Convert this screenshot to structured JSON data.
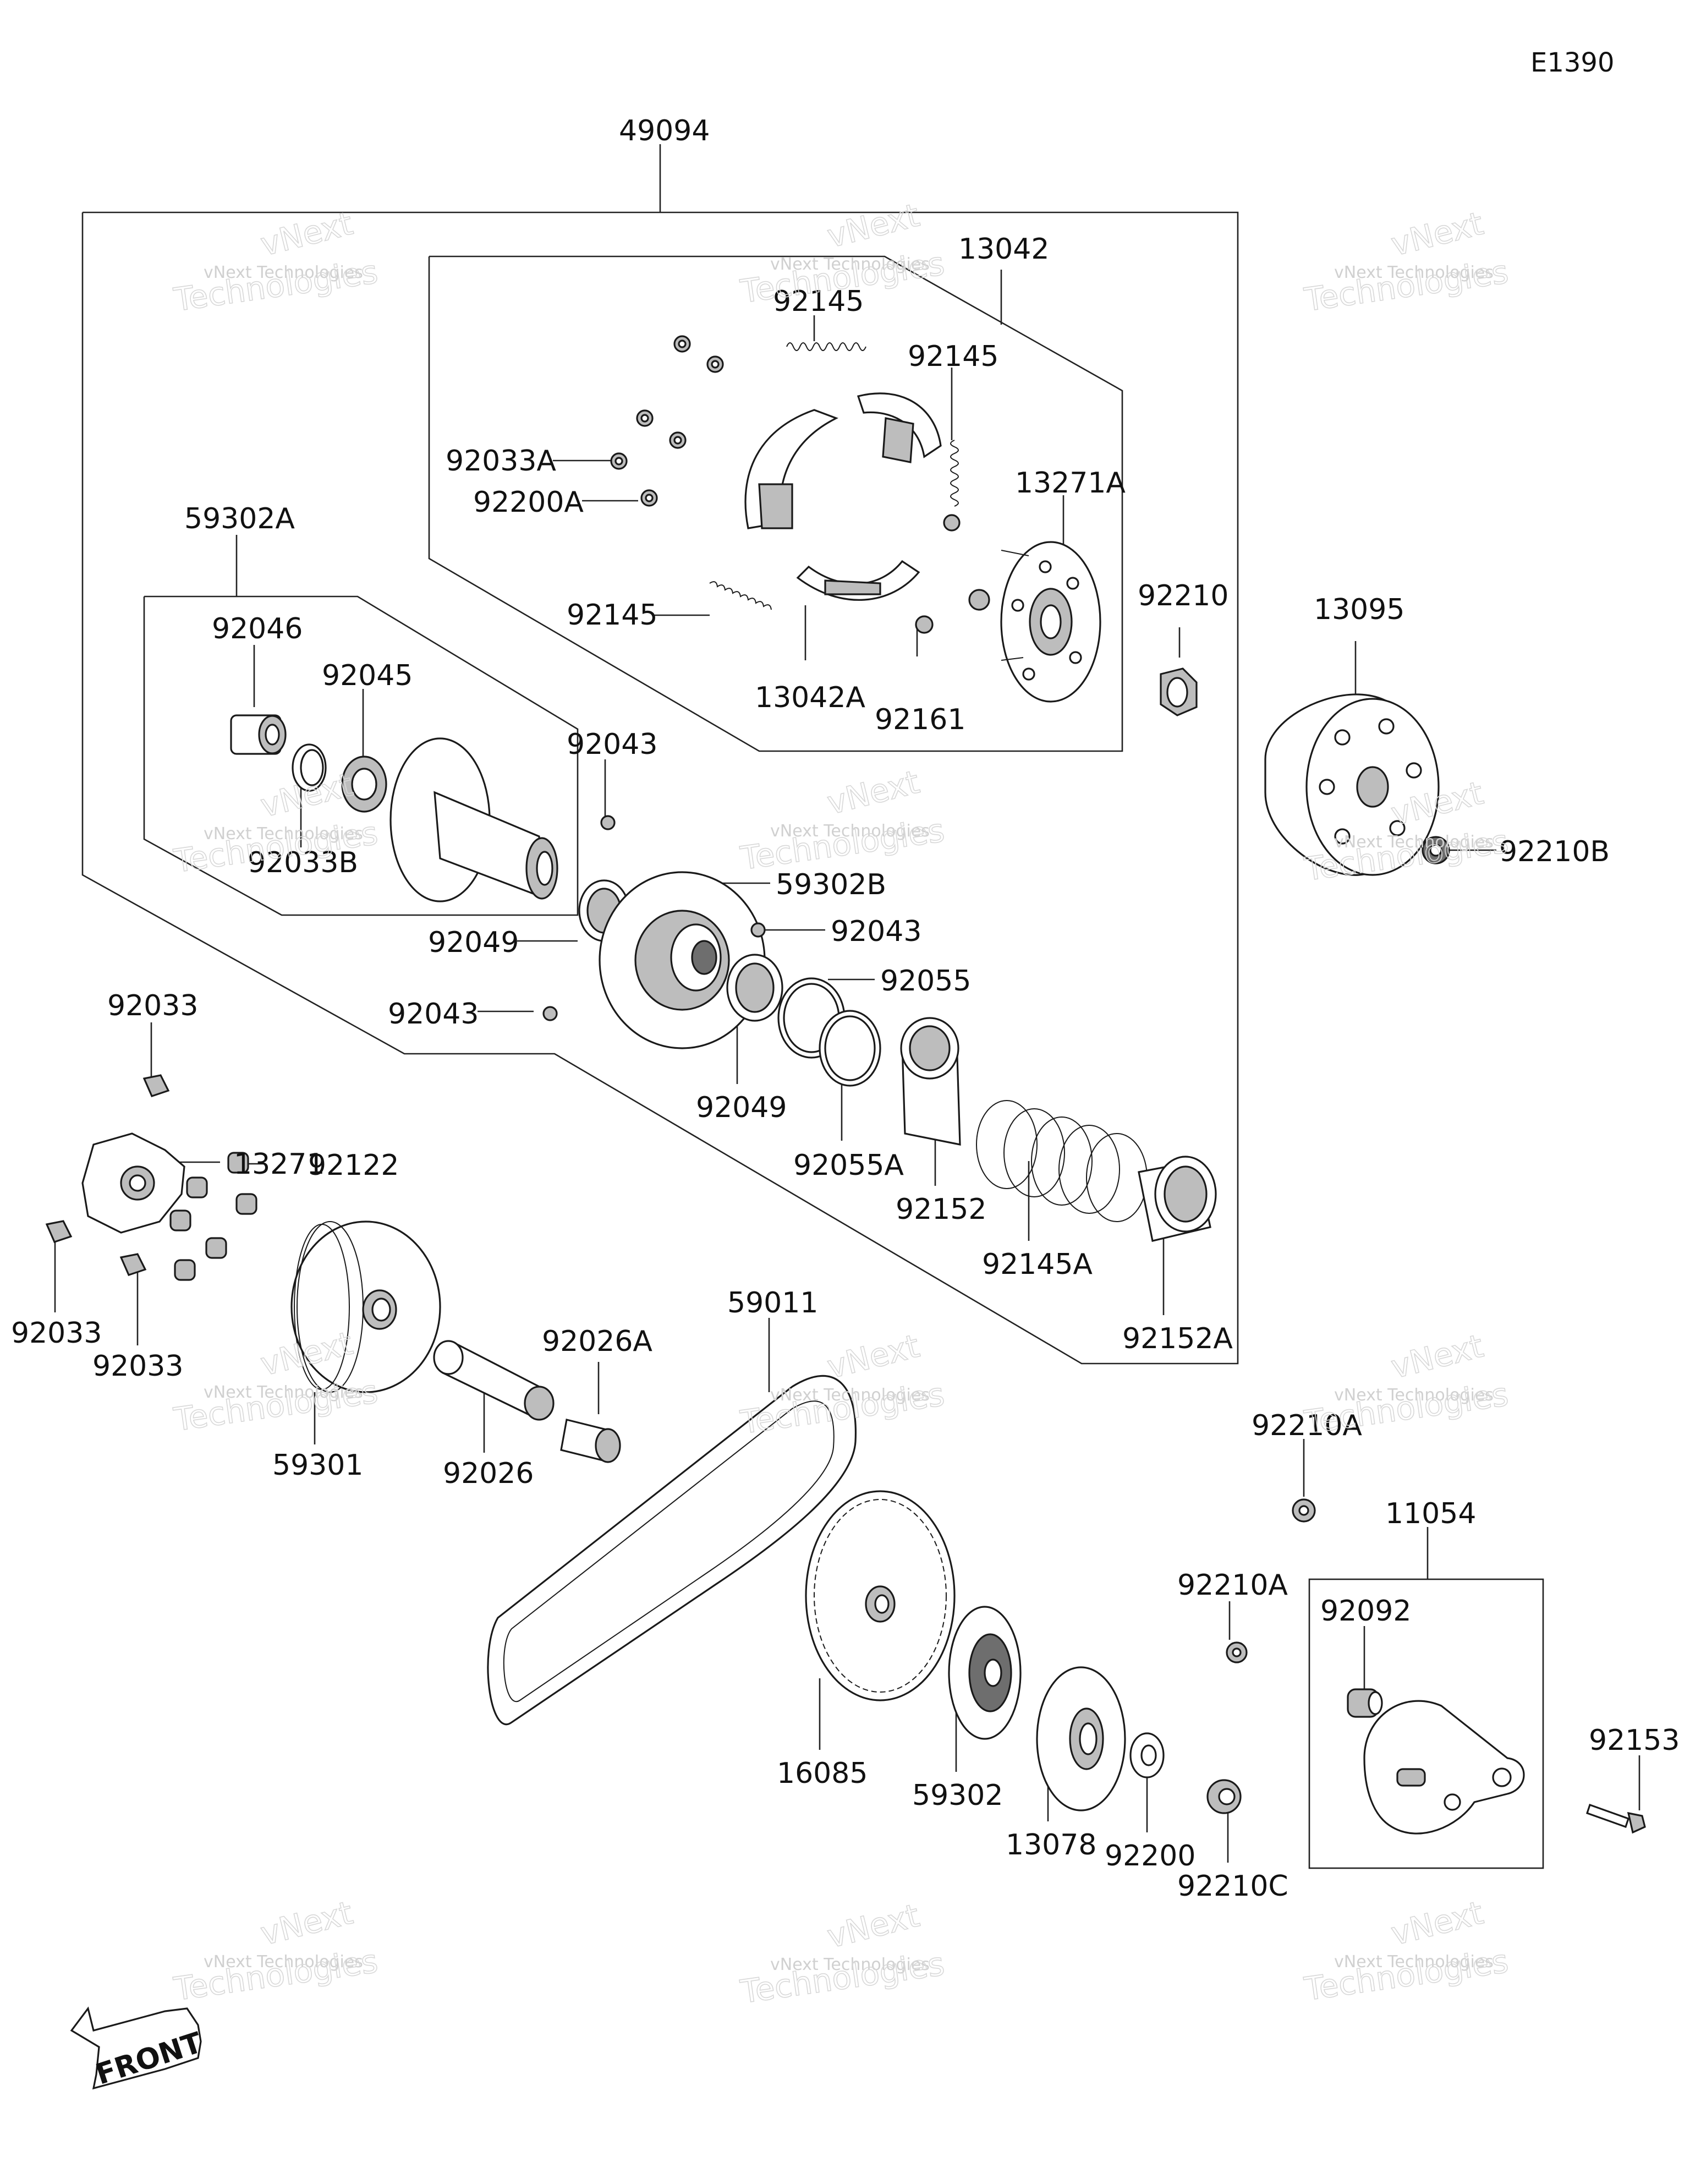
{
  "diagram_code": "E1390",
  "front_label": "FRONT",
  "watermark": {
    "line1": "vNext Technologies",
    "line2": "Technologies",
    "line3": "vNext"
  },
  "parts": [
    "49094",
    "13042",
    "92145",
    "92145",
    "92033A",
    "92200A",
    "13271A",
    "92145",
    "13042A",
    "92161",
    "92210",
    "13095",
    "59302A",
    "92046",
    "92045",
    "92033B",
    "92043",
    "59302B",
    "92043",
    "92049",
    "92043",
    "92055",
    "92049",
    "92055A",
    "92152",
    "92145A",
    "92152A",
    "92210B",
    "92033",
    "13271",
    "92122",
    "92033",
    "92033",
    "92026A",
    "59011",
    "59301",
    "92026",
    "92210A",
    "11054",
    "92210A",
    "92092",
    "92153",
    "16085",
    "59302",
    "13078",
    "92200",
    "92210C"
  ]
}
